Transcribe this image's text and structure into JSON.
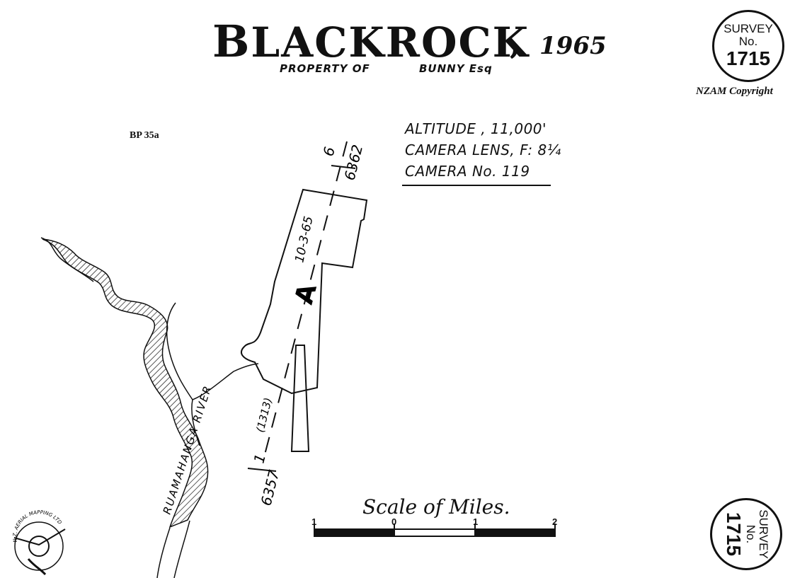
{
  "map": {
    "title": "BLACKROCK",
    "title_first": "B",
    "title_rest": "LACKROCK",
    "year": "1965",
    "owner_left": "PROPERTY OF",
    "owner_right": "BUNNY Esq",
    "copyright": "NZAM Copyright",
    "sheet_ref": "BP 35a",
    "flight_info": [
      "ALTITUDE , 11,000'",
      "CAMERA LENS, F: 8¼",
      "CAMERA No. 119"
    ],
    "river_label": "RUAMAHANGA RIVER",
    "run_letter": "A",
    "run_date": "10-3-65",
    "run_top_number": "6",
    "run_top_frame": "6362",
    "run_bottom_number": "1",
    "run_bottom_frame": "6357",
    "run_film": "(1313)",
    "scale_title": "Scale of Miles.",
    "scale_ticks": [
      "1",
      "0",
      "1",
      "2"
    ],
    "logo_text": "N.Z. AERIAL MAPPING LTD",
    "colors": {
      "ink": "#111111",
      "paper": "#ffffff"
    }
  },
  "seal_top": {
    "line1": "SURVEY",
    "line2": "No.",
    "number": "1715"
  },
  "seal_bottom": {
    "line1": "SURVEY",
    "line2": "No.",
    "number": "1715"
  }
}
